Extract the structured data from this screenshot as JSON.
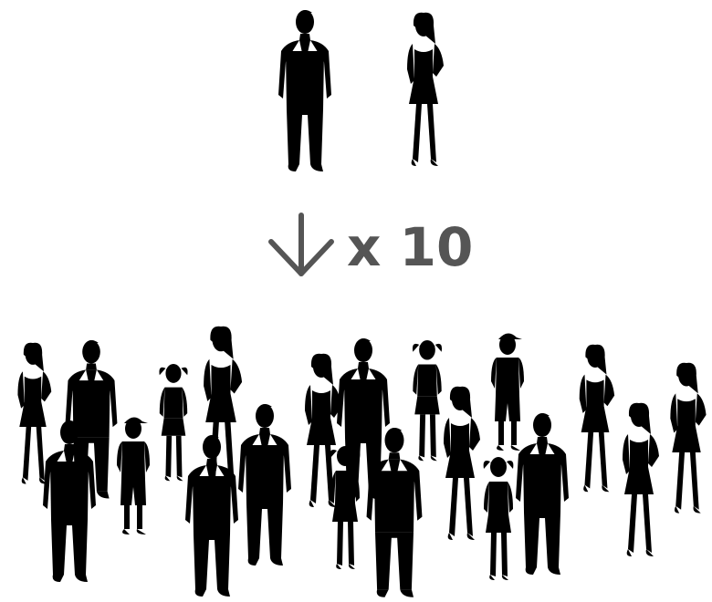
{
  "diagram": {
    "multiplier": "x 10",
    "arrow_icon": "down-arrow-icon",
    "ink_color": "#3a3a3a",
    "label_color": "#555555",
    "top_group": [
      {
        "type": "man"
      },
      {
        "type": "woman"
      }
    ],
    "crowd": [
      {
        "type": "woman"
      },
      {
        "type": "man"
      },
      {
        "type": "boy"
      },
      {
        "type": "girl"
      },
      {
        "type": "woman"
      },
      {
        "type": "man"
      },
      {
        "type": "man"
      },
      {
        "type": "woman"
      },
      {
        "type": "man"
      },
      {
        "type": "girl"
      },
      {
        "type": "woman"
      },
      {
        "type": "boy"
      },
      {
        "type": "man"
      },
      {
        "type": "girl"
      },
      {
        "type": "woman"
      },
      {
        "type": "man"
      },
      {
        "type": "girl"
      },
      {
        "type": "woman"
      },
      {
        "type": "man"
      },
      {
        "type": "woman"
      }
    ]
  }
}
